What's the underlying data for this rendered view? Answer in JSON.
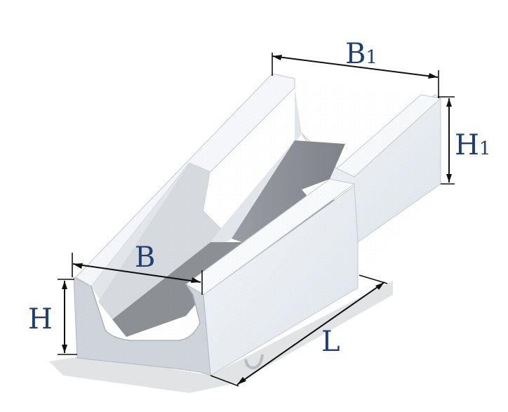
{
  "labels": {
    "b1": "B",
    "b1_sub": "1",
    "h1": "H",
    "h1_sub": "1",
    "b": "B",
    "h": "H",
    "l": "L"
  },
  "colors": {
    "label": "#1f3f73",
    "concrete_light": "#eef1f5",
    "concrete_mid": "#d3d8de",
    "concrete_dark": "#9ea4aa",
    "channel_floor": "#8e9296"
  }
}
